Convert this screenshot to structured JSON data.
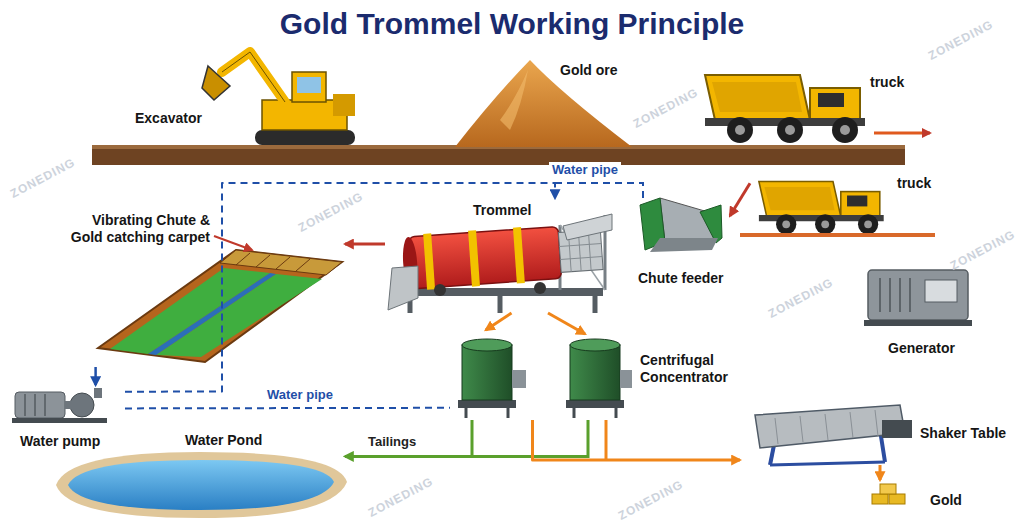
{
  "diagram": {
    "title": "Gold Trommel Working Principle",
    "nodes": [
      {
        "text": [
          "Excavator"
        ]
      },
      {
        "text": [
          "Gold ore"
        ]
      },
      {
        "text": [
          "truck"
        ]
      },
      {
        "text": [
          "truck"
        ]
      },
      {
        "text": [
          "Chute feeder"
        ]
      },
      {
        "text": [
          "Trommel"
        ]
      },
      {
        "text": [
          "Vibrating Chute & Gold catching carpet"
        ]
      },
      {
        "text": [
          "Centrifugal Concentrator"
        ]
      },
      {
        "text": [
          "Generator"
        ]
      },
      {
        "text": [
          "Water pump"
        ]
      },
      {
        "text": [
          "Water Pond"
        ]
      },
      {
        "text": [
          "Shaker Table"
        ]
      },
      {
        "text": [
          "Gold"
        ]
      }
    ],
    "edges": [
      {
        "from": 3,
        "to": 4,
        "arrow": "to"
      },
      {
        "from": 5,
        "to": 6,
        "arrow": "to"
      },
      {
        "from": 5,
        "to": 7,
        "arrow": "to"
      },
      {
        "from": 9,
        "to": 5,
        "label": "Water pipe",
        "arrow": "to"
      },
      {
        "from": 6,
        "to": 9,
        "arrow": "to"
      },
      {
        "from": 9,
        "to": 7,
        "label": "Water pipe",
        "arrow": "none"
      },
      {
        "from": 7,
        "to": 10,
        "label": "Tailings",
        "arrow": "to"
      },
      {
        "from": 7,
        "to": 11,
        "arrow": "to"
      },
      {
        "from": 11,
        "to": 12,
        "arrow": "to"
      }
    ],
    "labels": [
      "ZONEDING",
      "ZONEDING",
      "ZONEDING",
      "ZONEDING",
      "ZONEDING",
      "ZONEDING",
      "ZONEDING",
      "ZONEDING"
    ]
  }
}
